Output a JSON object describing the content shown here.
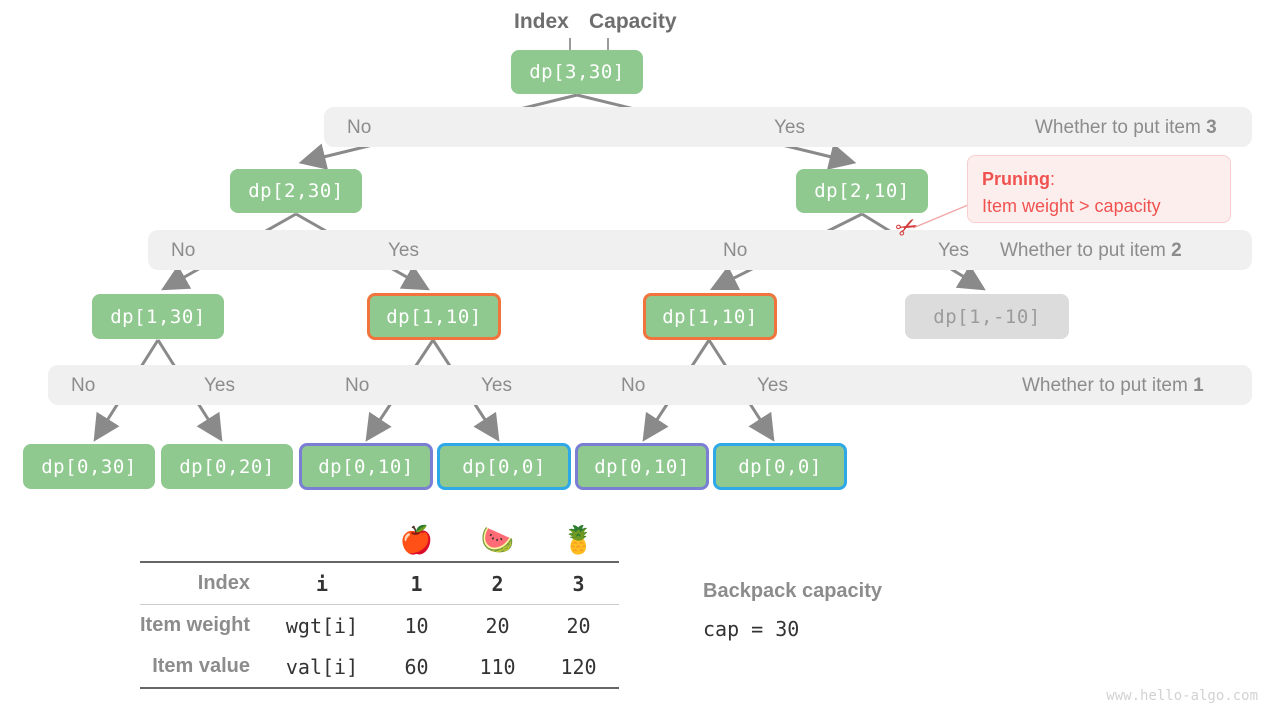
{
  "headers": {
    "index_label": "Index",
    "capacity_label": "Capacity"
  },
  "tree": {
    "levels": [
      {
        "nodes": [
          {
            "label": "dp[3,30]",
            "style": "plain"
          }
        ]
      },
      {
        "nodes": [
          {
            "label": "dp[2,30]",
            "style": "plain"
          },
          {
            "label": "dp[2,10]",
            "style": "plain"
          }
        ]
      },
      {
        "nodes": [
          {
            "label": "dp[1,30]",
            "style": "plain"
          },
          {
            "label": "dp[1,10]",
            "style": "orange"
          },
          {
            "label": "dp[1,10]",
            "style": "orange"
          },
          {
            "label": "dp[1,-10]",
            "style": "dim"
          }
        ]
      },
      {
        "nodes": [
          {
            "label": "dp[0,30]",
            "style": "plain"
          },
          {
            "label": "dp[0,20]",
            "style": "plain"
          },
          {
            "label": "dp[0,10]",
            "style": "purple"
          },
          {
            "label": "dp[0,0]",
            "style": "blue"
          },
          {
            "label": "dp[0,10]",
            "style": "purple"
          },
          {
            "label": "dp[0,0]",
            "style": "blue"
          }
        ]
      }
    ]
  },
  "bands": [
    {
      "decisions": [
        "No",
        "Yes"
      ],
      "right_prefix": "Whether to put item ",
      "right_item": "3"
    },
    {
      "decisions": [
        "No",
        "Yes",
        "No",
        "Yes"
      ],
      "right_prefix": "Whether to put item ",
      "right_item": "2"
    },
    {
      "decisions": [
        "No",
        "Yes",
        "No",
        "Yes",
        "No",
        "Yes"
      ],
      "right_prefix": "Whether to put item ",
      "right_item": "1"
    }
  ],
  "pruning": {
    "title": "Pruning",
    "colon": ":",
    "detail": "Item weight > capacity",
    "icon": "scissors-icon",
    "glyph": "✂"
  },
  "table": {
    "emoji_row": [
      "🍎",
      "🍉",
      "🍍"
    ],
    "rows": [
      {
        "label": "Index",
        "key": "i",
        "values": [
          "1",
          "2",
          "3"
        ],
        "bold": true
      },
      {
        "label": "Item weight",
        "key": "wgt[i]",
        "values": [
          "10",
          "20",
          "20"
        ],
        "bold": false
      },
      {
        "label": "Item value",
        "key": "val[i]",
        "values": [
          "60",
          "110",
          "120"
        ],
        "bold": false
      }
    ]
  },
  "capacity": {
    "title": "Backpack capacity",
    "value": "cap = 30"
  },
  "watermark": "www.hello-algo.com",
  "colors": {
    "node_green": "#8fc98f",
    "orange": "#f2743d",
    "purple": "#7b7fd4",
    "blue": "#2fa8e8",
    "dim": "#dcdcdc",
    "band": "#f0f0f0",
    "text_grey": "#8c8c8c",
    "edge": "#8a8a8a",
    "pruning_red": "#ef5350"
  }
}
